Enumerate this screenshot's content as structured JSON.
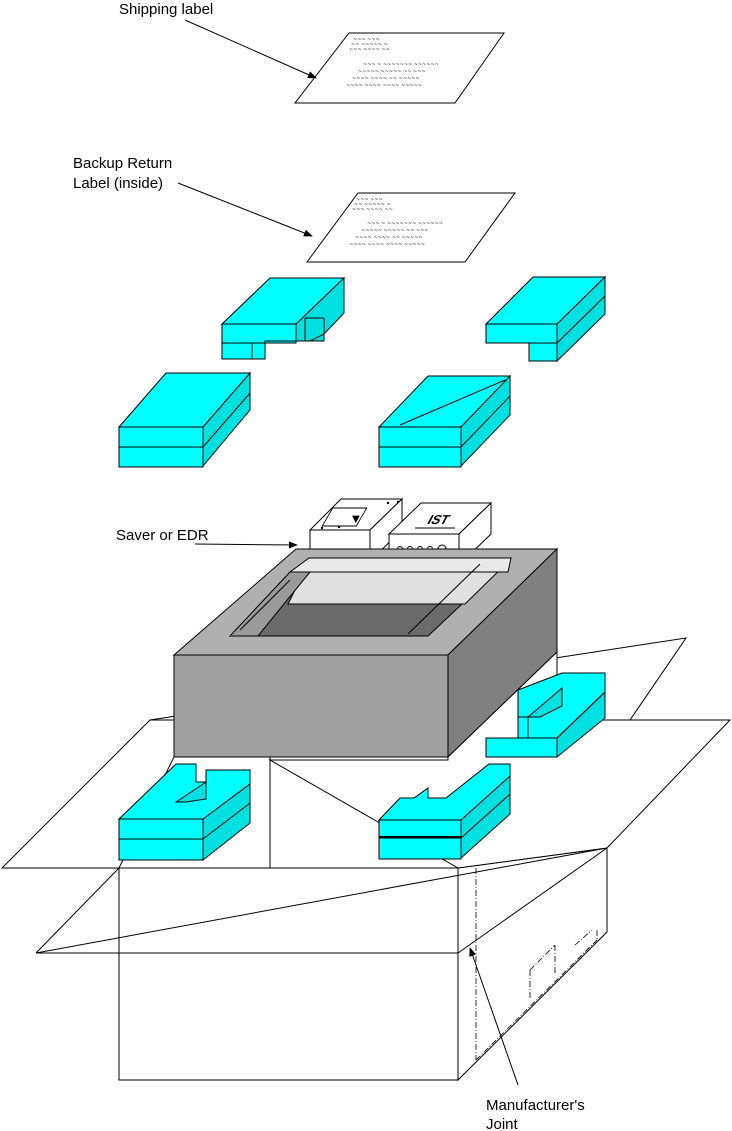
{
  "labels": {
    "shipping_label": "Shipping label",
    "backup_return_line1": "Backup Return",
    "backup_return_line2": "Label (inside)",
    "saver_or_edr": "Saver or EDR",
    "manufacturers_joint_line1": "Manufacturer's",
    "manufacturers_joint_line2": "Joint",
    "device_logo": "IST"
  },
  "colors": {
    "foam_top": "#00ffff",
    "foam_side": "#00e5e5",
    "foam_front": "#00ffff",
    "case_top": "#b0b0b0",
    "case_front": "#a0a0a0",
    "case_side": "#808080",
    "cavity_light": "#e0e0e0",
    "cavity_dark": "#6b6b6b"
  }
}
